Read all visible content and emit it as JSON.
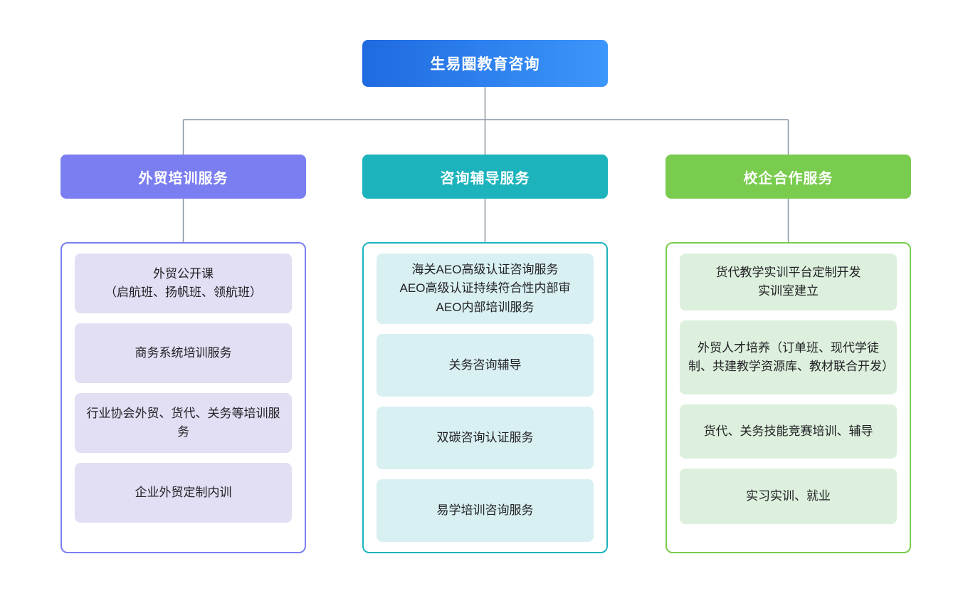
{
  "diagram": {
    "title": "生易圈教育咨询",
    "type": "organization-chart",
    "connector_color": "#8a96a3",
    "root": {
      "label": "生易圈教育咨询",
      "gradient_from": "#1f6ae0",
      "gradient_to": "#3d96fb",
      "text_color": "#ffffff"
    },
    "branches": [
      {
        "id": "foreign-trade-training",
        "label": "外贸培训服务",
        "header_color": "#7b7ef0",
        "box_border_color": "#7b7ef0",
        "leaf_color": "#e2dff4",
        "items": [
          "外贸公开课\n（启航班、扬帆班、领航班）",
          "商务系统培训服务",
          "行业协会外贸、货代、关务等培训服务",
          "企业外贸定制内训"
        ]
      },
      {
        "id": "consulting-tutoring",
        "label": "咨询辅导服务",
        "header_color": "#1cb3bd",
        "box_border_color": "#1cb3bd",
        "leaf_color": "#d9f0f2",
        "items": [
          "海关AEO高级认证咨询服务\nAEO高级认证持续符合性内部审\nAEO内部培训服务",
          "关务咨询辅导",
          "双碳咨询认证服务",
          "易学培训咨询服务"
        ]
      },
      {
        "id": "school-enterprise-cooperation",
        "label": "校企合作服务",
        "header_color": "#79cc4e",
        "box_border_color": "#79cc4e",
        "leaf_color": "#ddf0dd",
        "items": [
          "货代教学实训平台定制开发\n实训室建立",
          "外贸人才培养（订单班、现代学徒制、共建教学资源库、教材联合开发）",
          "货代、关务技能竞赛培训、辅导",
          "实习实训、就业"
        ]
      }
    ]
  }
}
